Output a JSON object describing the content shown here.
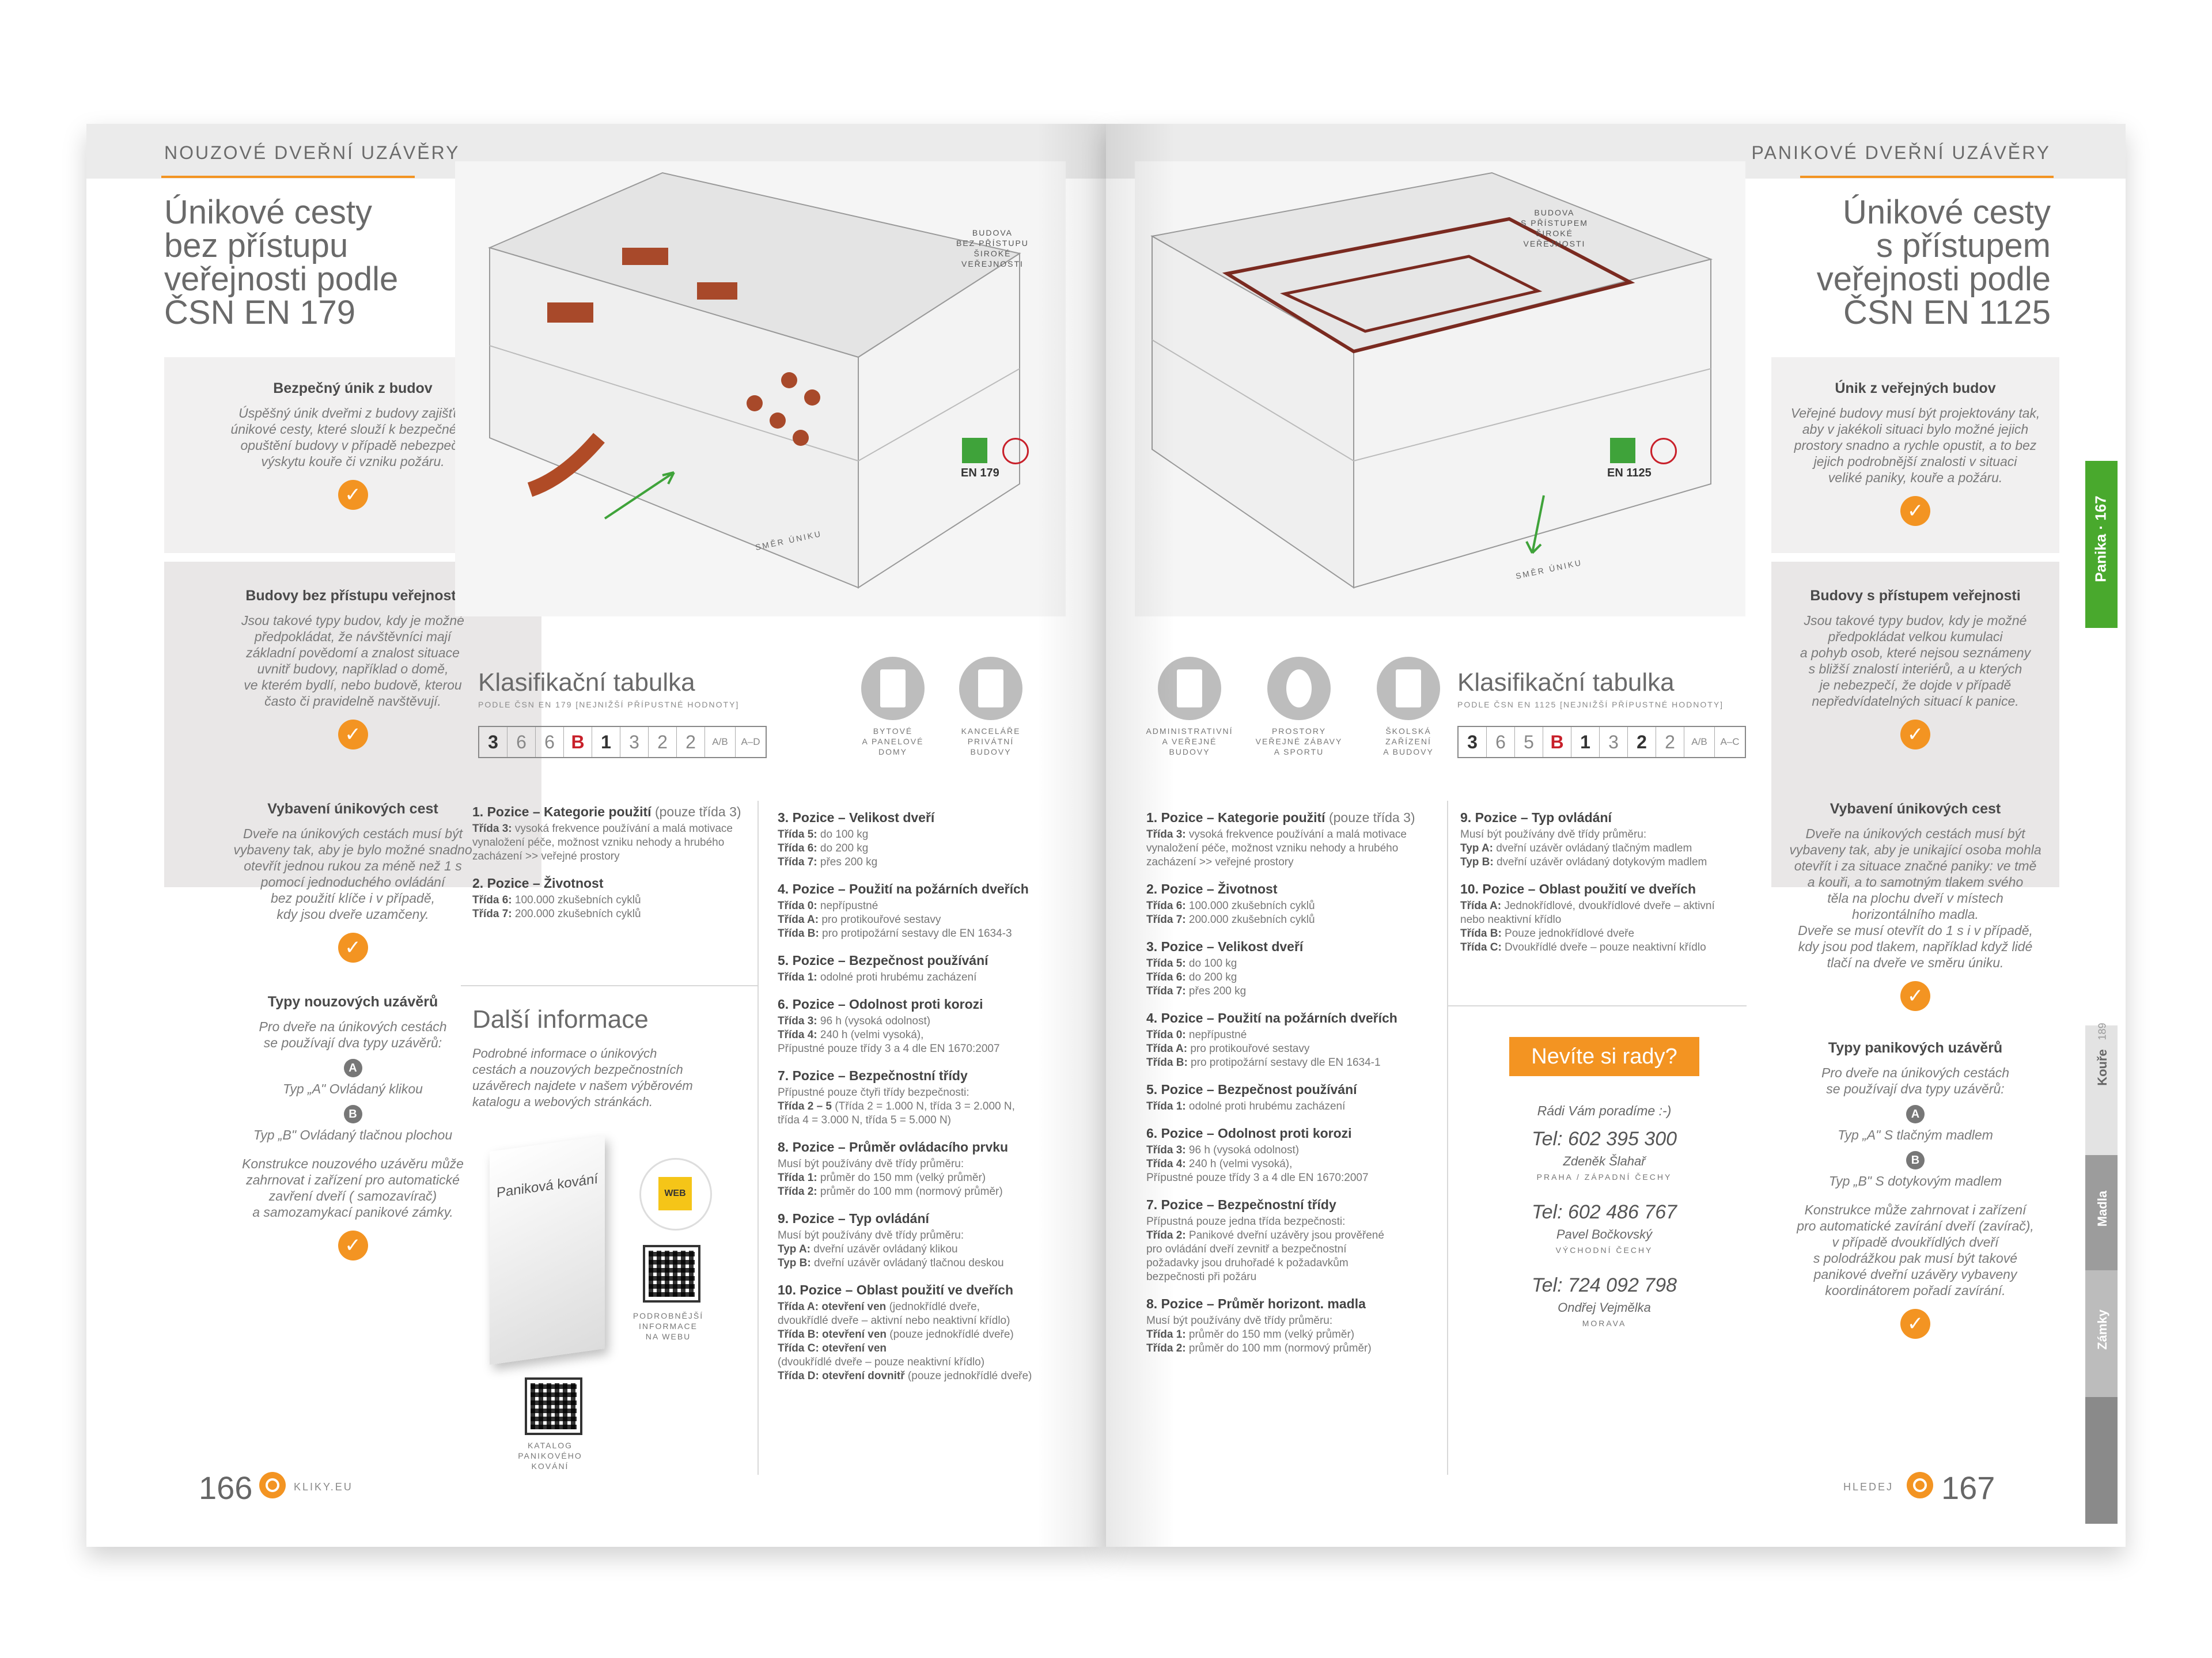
{
  "left": {
    "section_tag": "NOUZOVÉ DVEŘNÍ UZÁVĚRY",
    "title": "Únikové cesty\nbez přístupu\nveřejnosti podle\nČSN EN 179",
    "box1": {
      "title": "Bezpečný únik z budov",
      "text": "Úspěšný únik dveřmi z budovy zajišťují\núnikové cesty, které slouží k bezpečnému\nopuštění budovy v případě nebezpečí,\nvýskytu kouře či vzniku požáru."
    },
    "box2": {
      "title": "Budovy bez přístupu veřejnosti",
      "text": "Jsou takové typy budov, kdy je možné\npředpokládat, že návštěvníci mají\nzákladní povědomí a znalost situace\nuvnitř budovy, například o domě,\nve kterém bydlí, nebo budově, kterou\nčasto či pravidelně navštěvují."
    },
    "box3": {
      "title": "Vybavení únikových cest",
      "text": "Dveře na únikových cestách musí být\nvybaveny tak, aby je bylo možné snadno\notevřít jednou rukou za méně než 1 s\npomocí jednoduchého ovládání\nbez použití klíče i v případě,\nkdy jsou dveře uzamčeny."
    },
    "box4": {
      "title": "Typy nouzových uzávěrů",
      "text": "Pro dveře na únikových cestách\nse používají dva typy uzávěrů:",
      "a": "A",
      "a_text": "Typ „A\" Ovládaný klikou",
      "b": "B",
      "b_text": "Typ „B\" Ovládaný tlačnou plochou",
      "footer": "Konstrukce nouzového uzávěru může\nzahrnovat i zařízení pro automatické\nzavření dveří ( samozavírač)\na samozamykací panikové zámky."
    },
    "illus_label": "BUDOVA\nBEZ PŘÍSTUPU\nŠIROKÉ\nVEŘEJNOSTI",
    "en_badge": "EN 179",
    "exit_label": "SMĚR ÚNIKU",
    "klas_title": "Klasifikační tabulka",
    "klas_sub": "PODLE ČSN EN 179 [NEJNIŽŠÍ PŘÍPUSTNÉ HODNOTY]",
    "klas_cells": [
      "3",
      "6",
      "6",
      "B",
      "1",
      "3",
      "2",
      "2",
      "A/B",
      "A–D"
    ],
    "icons": [
      {
        "label": "BYTOVÉ\nA PANELOVÉ\nDOMY"
      },
      {
        "label": "KANCELÁŘE\nPRIVÁTNÍ\nBUDOVY"
      }
    ],
    "col1": [
      {
        "h": "1. Pozice – Kategorie použití",
        "n": "(pouze třída 3)",
        "lines": [
          "<b>Třída 3:</b> vysoká frekvence používání a malá motivace",
          "vynaložení péče, možnost vzniku nehody a hrubého",
          "zacházení >> veřejné prostory"
        ]
      },
      {
        "h": "2. Pozice – Životnost",
        "n": "",
        "lines": [
          "<b>Třída 6:</b> 100.000 zkušebních cyklů",
          "<b>Třída 7:</b> 200.000 zkušebních cyklů"
        ]
      }
    ],
    "col2": [
      {
        "h": "3. Pozice – Velikost dveří",
        "n": "",
        "lines": [
          "<b>Třída 5:</b> do 100 kg",
          "<b>Třída 6:</b> do 200 kg",
          "<b>Třída 7:</b> přes 200 kg"
        ]
      },
      {
        "h": "4. Pozice – Použití na požárních dveřích",
        "n": "",
        "lines": [
          "<b>Třída 0:</b> nepřípustné",
          "<b>Třída A:</b> pro protikouřové sestavy",
          "<b>Třída B:</b> pro protipožární sestavy dle EN 1634-3"
        ]
      },
      {
        "h": "5. Pozice – Bezpečnost používání",
        "n": "",
        "lines": [
          "<b>Třída 1:</b> odolné proti hrubému zacházení"
        ]
      },
      {
        "h": "6. Pozice – Odolnost proti korozi",
        "n": "",
        "lines": [
          "<b>Třída 3:</b> 96 h (vysoká odolnost)",
          "<b>Třída 4:</b> 240 h (velmi vysoká),",
          "Přípustné pouze třídy 3 a 4 dle EN 1670:2007"
        ]
      },
      {
        "h": "7. Pozice – Bezpečnostní třídy",
        "n": "",
        "lines": [
          "Přípustné pouze čtyři třídy bezpečnosti:",
          "<b>Třída 2 – 5</b> (Třída 2 = 1.000 N, třída 3 = 2.000 N,",
          "třída 4 = 3.000 N, třída 5 = 5.000 N)"
        ]
      },
      {
        "h": "8. Pozice – Průměr ovládacího prvku",
        "n": "",
        "lines": [
          "Musí být používány dvě třídy průměru:",
          "<b>Třída 1:</b> průměr do 150 mm (velký průměr)",
          "<b>Třída 2:</b> průměr do 100 mm (normový průměr)"
        ]
      },
      {
        "h": "9. Pozice – Typ ovládání",
        "n": "",
        "lines": [
          "Musí být používány dvě třídy průměru:",
          "<b>Typ A:</b> dveřní uzávěr ovládaný klikou",
          "<b>Typ B:</b> dveřní uzávěr ovládaný tlačnou deskou"
        ]
      },
      {
        "h": "10. Pozice – Oblast použití ve dveřích",
        "n": "",
        "lines": [
          "<b>Třída A: otevření ven</b> (jednokřídlé dveře,",
          "dvoukřídlé dveře – aktivní nebo neaktivní křídlo)",
          "<b>Třída B: otevření ven</b> (pouze jednokřídlé dveře)",
          "<b>Třída C: otevření ven</b>",
          "(dvoukřídlé dveře – pouze neaktivní křídlo)",
          "<b>Třída D: otevření dovnitř</b> (pouze jednokřídlé dveře)"
        ]
      }
    ],
    "dalsi_title": "Další informace",
    "dalsi_text": "Podrobné informace o únikových\ncestách a nouzových bezpečnostních\nuzávěrech najdete v našem výběrovém\nkatalogu a webových stránkách.",
    "catalog_title": "Paniková kování",
    "web_badge": "WEB",
    "qr1_label": "PODROBNĚJŠÍ\nINFORMACE\nNA WEBU",
    "qr2_label": "KATALOG\nPANIKOVÉHO\nKOVÁNÍ",
    "page_number": "166",
    "url": "KLIKY.EU"
  },
  "right": {
    "section_tag": "PANIKOVÉ DVEŘNÍ UZÁVĚRY",
    "title": "Únikové cesty\ns přístupem\nveřejnosti podle\nČSN EN 1125",
    "box1": {
      "title": "Únik z veřejných budov",
      "text": "Veřejné budovy musí být projektovány tak,\naby v jakékoli situaci bylo možné jejich\nprostory snadno a rychle opustit, a to bez\njejich podrobnější znalosti v situaci\nveliké paniky, kouře a požáru."
    },
    "box2": {
      "title": "Budovy s přístupem veřejnosti",
      "text": "Jsou takové typy budov, kdy je možné\npředpokládat velkou kumulaci\na pohyb osob, které nejsou seznámeny\ns bližší znalostí interiérů, a u kterých\nje nebezpečí, že dojde v případě\nnepředvídatelných situací k panice."
    },
    "box3": {
      "title": "Vybavení únikových cest",
      "text": "Dveře na únikových cestách musí být\nvybaveny tak, aby je unikající osoba mohla\notevřít i za situace značné paniky: ve tmě\na kouři, a to samotným tlakem svého\ntěla na plochu dveří v místech\nhorizontálního madla.\nDveře se musí otevřít do 1 s i v případě,\nkdy jsou pod tlakem, například když lidé\ntlačí na dveře ve směru úniku."
    },
    "box4": {
      "title": "Typy panikových uzávěrů",
      "text": "Pro dveře na únikových cestách\nse používají dva typy uzávěrů:",
      "a": "A",
      "a_text": "Typ „A\" S tlačným madlem",
      "b": "B",
      "b_text": "Typ „B\" S dotykovým madlem",
      "footer": "Konstrukce může zahrnovat i zařízení\npro automatické zavírání dveří (zavírač),\nv případě dvoukřídlých dveří\ns polodrážkou pak musí být takové\npanikové dveřní uzávěry vybaveny\nkoordinátorem pořadí zavírání."
    },
    "illus_label": "BUDOVA\nS PŘÍSTUPEM\nŠIROKÉ\nVEŘEJNOSTI",
    "en_badge": "EN 1125",
    "exit_label": "SMĚR ÚNIKU",
    "klas_title": "Klasifikační tabulka",
    "klas_sub": "PODLE ČSN EN 1125 [NEJNIŽŠÍ PŘÍPUSTNÉ HODNOTY]",
    "klas_cells": [
      "3",
      "6",
      "5",
      "B",
      "1",
      "3",
      "2",
      "2",
      "A/B",
      "A–C"
    ],
    "icons": [
      {
        "label": "ADMINISTRATIVNÍ\nA VEŘEJNÉ\nBUDOVY"
      },
      {
        "label": "PROSTORY\nVEŘEJNÉ ZÁBAVY\nA SPORTU"
      },
      {
        "label": "ŠKOLSKÁ\nZAŘÍZENÍ\nA BUDOVY"
      }
    ],
    "col1": [
      {
        "h": "1. Pozice – Kategorie použití",
        "n": "(pouze třída 3)",
        "lines": [
          "<b>Třída 3:</b> vysoká frekvence používání a malá motivace",
          "vynaložení péče, možnost vzniku nehody a hrubého",
          "zacházení >> veřejné prostory"
        ]
      },
      {
        "h": "2. Pozice – Životnost",
        "n": "",
        "lines": [
          "<b>Třída 6:</b> 100.000 zkušebních cyklů",
          "<b>Třída 7:</b> 200.000 zkušebních cyklů"
        ]
      },
      {
        "h": "3. Pozice – Velikost dveří",
        "n": "",
        "lines": [
          "<b>Třída 5:</b> do 100 kg",
          "<b>Třída 6:</b> do 200 kg",
          "<b>Třída 7:</b> přes 200 kg"
        ]
      },
      {
        "h": "4. Pozice – Použití na požárních dveřích",
        "n": "",
        "lines": [
          "<b>Třída 0:</b> nepřípustné",
          "<b>Třída A:</b> pro protikouřové sestavy",
          "<b>Třída B:</b> pro protipožární sestavy dle EN 1634-1"
        ]
      },
      {
        "h": "5. Pozice – Bezpečnost používání",
        "n": "",
        "lines": [
          "<b>Třída 1:</b> odolné proti hrubému zacházení"
        ]
      },
      {
        "h": "6. Pozice – Odolnost proti korozi",
        "n": "",
        "lines": [
          "<b>Třída 3:</b> 96 h (vysoká odolnost)",
          "<b>Třída 4:</b> 240 h (velmi vysoká),",
          "Přípustné pouze třídy 3 a 4 dle EN 1670:2007"
        ]
      },
      {
        "h": "7. Pozice – Bezpečnostní třídy",
        "n": "",
        "lines": [
          "Přípustná pouze jedna třída bezpečnosti:",
          "<b>Třída 2:</b> Panikové dveřní uzávěry jsou prověřené",
          "pro ovládání dveří zevnitř a bezpečnostní",
          "požadavky jsou druhořadé k požadavkům",
          "bezpečnosti při požáru"
        ]
      },
      {
        "h": "8. Pozice – Průměr horizont. madla",
        "n": "",
        "lines": [
          "Musí být používány dvě třídy průměru:",
          "<b>Třída 1:</b> průměr do 150 mm (velký průměr)",
          "<b>Třída 2:</b> průměr do 100 mm (normový průměr)"
        ]
      }
    ],
    "col2": [
      {
        "h": "9. Pozice – Typ ovládání",
        "n": "",
        "lines": [
          "Musí být používány dvě třídy průměru:",
          "<b>Typ A:</b> dveřní uzávěr ovládaný tlačným madlem",
          "<b>Typ B:</b> dveřní uzávěr ovládaný dotykovým madlem"
        ]
      },
      {
        "h": "10. Pozice – Oblast použití ve dveřích",
        "n": "",
        "lines": [
          "<b>Třída A:</b> Jednokřídlové, dvoukřídlové dveře – aktivní",
          "nebo neaktivní křídlo",
          "<b>Třída B:</b> Pouze jednokřídlové dveře",
          "<b>Třída C:</b> Dvoukřídlé dveře – pouze neaktivní křídlo"
        ]
      }
    ],
    "help_button": "Nevíte si rady?",
    "help_intro": "Rádi Vám poradíme :-)",
    "contacts": [
      {
        "phone": "Tel: 602 395 300",
        "name": "Zdeněk Šlahař",
        "region": "PRAHA / ZÁPADNÍ ČECHY"
      },
      {
        "phone": "Tel: 602 486 767",
        "name": "Pavel Bočkovský",
        "region": "VÝCHODNÍ ČECHY"
      },
      {
        "phone": "Tel: 724 092 798",
        "name": "Ondřej Vejmělka",
        "region": "MORAVA"
      }
    ],
    "page_number": "167",
    "search_label": "HLEDEJ",
    "tab_active": "Panika",
    "tab_active_num": "167",
    "tab2_label": "Kouře",
    "tab2_num": "189",
    "tab3_label": "Madla",
    "tab4_label": "Zámky"
  },
  "colors": {
    "accent": "#f39422",
    "tab_green": "#49a92d",
    "red": "#c8202a",
    "exit_green": "#3fa33a"
  }
}
